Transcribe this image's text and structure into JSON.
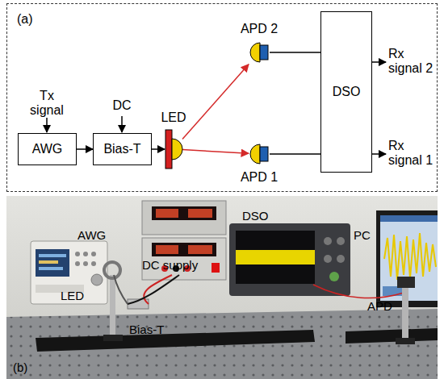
{
  "diagram": {
    "nodes": [
      {
        "text": [
          "(a)"
        ]
      },
      {
        "text": [
          "AWG"
        ],
        "in": 0
      },
      {
        "text": [
          "Bias-T"
        ],
        "in": 0
      },
      {
        "text": [
          "LED"
        ],
        "in": 0
      },
      {
        "text": [
          "APD 2"
        ],
        "in": 0
      },
      {
        "text": [
          "APD 1"
        ],
        "in": 0
      },
      {
        "text": [
          "DSO"
        ],
        "in": 0
      }
    ],
    "edges": [
      {
        "from": 1,
        "to": 2,
        "arrow": "to"
      },
      {
        "from": 2,
        "to": 3,
        "arrow": "to"
      },
      {
        "from": 3,
        "to": 5,
        "arrow": "to"
      },
      {
        "from": 3,
        "to": 4,
        "arrow": "to"
      },
      {
        "from": 5,
        "to": 6,
        "arrow": "none"
      },
      {
        "from": 4,
        "to": 6,
        "arrow": "none"
      }
    ],
    "labels": [
      "Tx signal",
      "DC",
      "Rx signal 2",
      "Rx signal 1",
      "(b)",
      "AWG",
      "DC supply",
      "DSO",
      "PC",
      "LED",
      "Bias-T",
      "APD"
    ]
  }
}
